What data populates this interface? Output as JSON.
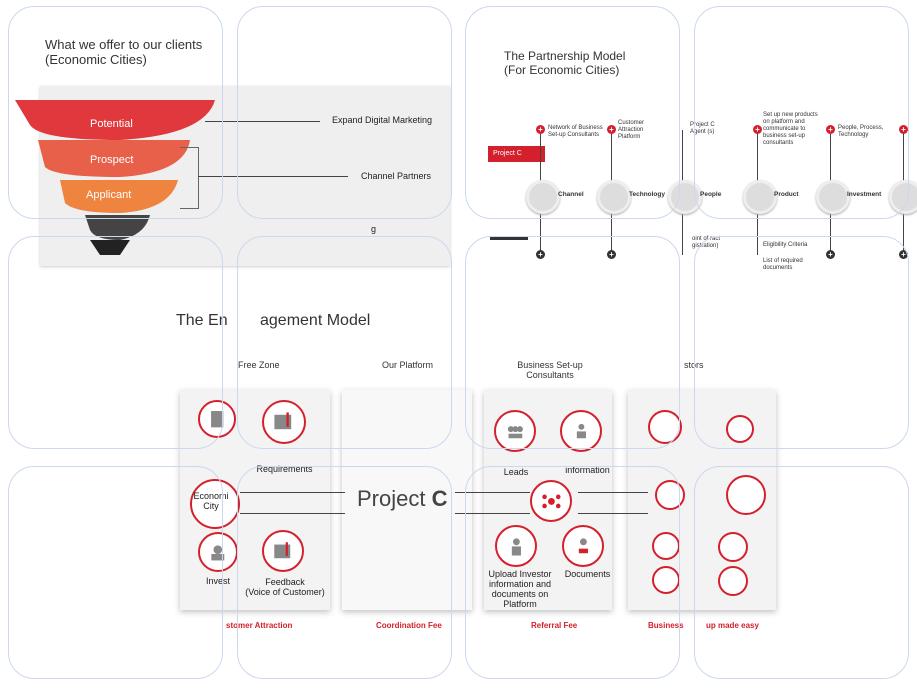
{
  "slide1": {
    "title_line1": "What we offer to our clients",
    "title_line2": "(Economic Cities)",
    "funnel": [
      "Potential",
      "Prospect",
      "Applicant"
    ],
    "outputs": [
      "Expand Digital Marketing",
      "Channel Partners"
    ],
    "fragment": "g"
  },
  "slide2": {
    "title_line1": "The Partnership Model",
    "title_line2": "(For Economic Cities)",
    "tag": "Project C",
    "nodes": [
      "Channel",
      "Technology",
      "People",
      "Product",
      "Investment"
    ],
    "notes": {
      "n1": "Network of Business Set-up Consultants",
      "n2": "Customer Attraction Platform",
      "n3": "Project C Agent (s)",
      "n4": "Set up new products on platform and communicate to business set-up consultants",
      "n5": "People, Process, Technology",
      "n6": "oint of ract gistration)",
      "n7": "Eligibility Criteria",
      "n8": "List of required documents"
    }
  },
  "slide3": {
    "title": "The Engagement Model",
    "title_fragment_a": "The En",
    "title_fragment_b": "agement Model",
    "columns": [
      "Free Zone",
      "Our Platform",
      "Business Set-up Consultants",
      "stors"
    ],
    "center_text": "Project",
    "center_bold": "C",
    "labels": {
      "reqs": "Requirements",
      "econ": "Economic City",
      "econ_a": "Economi",
      "econ_b": "City",
      "invest": "Invest",
      "feedback": "Feedback (Voice of Customer)",
      "feedback_a": "Feedback",
      "feedback_b": "(Voice of Customer)",
      "leads": "Leads",
      "information": "information",
      "upload": "Upload Investor information and documents on Platform",
      "upload_a": "Upload Investor",
      "upload_b": "information and",
      "upload_c": "documents on",
      "upload_d": "Platform",
      "documents": "Documents"
    },
    "footer": [
      "stomer Attraction",
      "Coordination Fee",
      "Referral Fee",
      "Business",
      "up made easy"
    ]
  },
  "colors": {
    "accent": "#d4202c",
    "funnel1": "#e0383c",
    "funnel2": "#e8604a",
    "funnel3": "#ee8440"
  }
}
